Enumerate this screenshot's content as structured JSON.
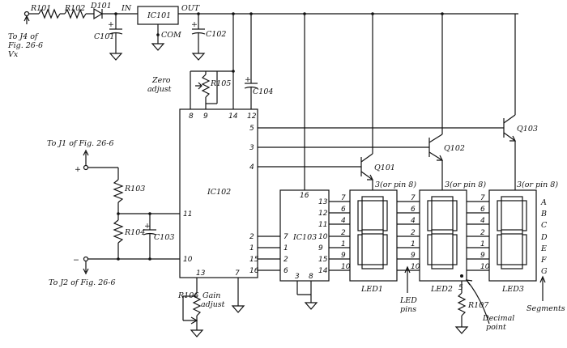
{
  "components": {
    "r101": "R101",
    "r102": "R102",
    "d101": "D101",
    "ic101": "IC101",
    "ic101_in": "IN",
    "ic101_out": "OUT",
    "ic101_com": "COM",
    "c101": "C101",
    "c102": "C102",
    "r105": "R105",
    "c104": "C104",
    "zero_adjust": [
      "Zero",
      "adjust"
    ],
    "ic102": "IC102",
    "r103": "R103",
    "r104": "R104",
    "c103": "C103",
    "r106": "R106",
    "gain_adjust": [
      "Gain",
      "adjust"
    ],
    "ic103": "IC103",
    "q101": "Q101",
    "q102": "Q102",
    "q103": "Q103",
    "led1": "LED1",
    "led2": "LED2",
    "led3": "LED3",
    "r107": "R107"
  },
  "labels": {
    "to_j4": [
      "To J4 of",
      "Fig. 26-6",
      "Vx"
    ],
    "to_j1": "To J1 of Fig. 26-6",
    "to_j2": "To J2 of Fig. 26-6",
    "plus": "+",
    "minus": "−",
    "led_pins": [
      "LED",
      "pins"
    ],
    "decimal_point": [
      "Decimal",
      "point"
    ],
    "segments": "Segments",
    "pin8_led1": "3(or pin 8)",
    "pin8_led2": "3(or pin 8)",
    "pin8_led3": "3(or pin 8)",
    "led2_pin5": "5"
  },
  "ic102_pins": {
    "top": [
      "8",
      "9",
      "14",
      "12"
    ],
    "right": [
      "5",
      "3",
      "4",
      "2",
      "1",
      "15",
      "16"
    ],
    "left": [
      "11",
      "10"
    ],
    "bottom": [
      "13",
      "7"
    ]
  },
  "ic103_pins": {
    "top": "16",
    "left": [
      "7",
      "1",
      "2",
      "6"
    ],
    "right": [
      "13",
      "12",
      "11",
      "10",
      "9",
      "15",
      "14"
    ],
    "bottom": [
      "3",
      "8"
    ]
  },
  "led_pins": [
    "7",
    "6",
    "4",
    "2",
    "1",
    "9",
    "10"
  ],
  "segment_letters": [
    "A",
    "B",
    "C",
    "D",
    "E",
    "F",
    "G"
  ]
}
